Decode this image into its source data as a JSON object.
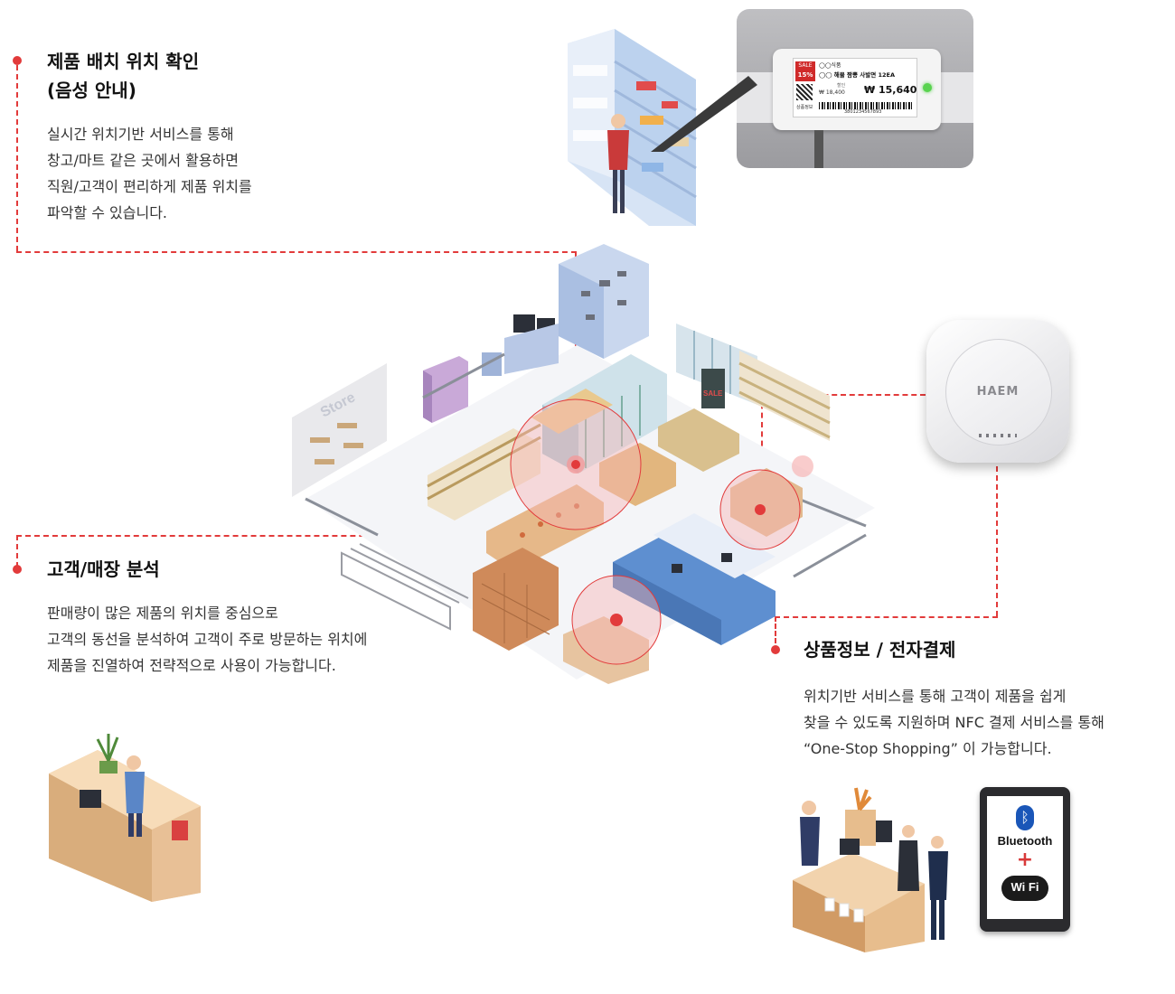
{
  "sections": {
    "location": {
      "title_line1": "제품 배치 위치 확인",
      "title_line2": "(음성 안내)",
      "lines": [
        "실시간 위치기반 서비스를 통해",
        "창고/마트 같은 곳에서 활용하면",
        "직원/고객이 편리하게 제품 위치를",
        "파악할 수 있습니다."
      ]
    },
    "analysis": {
      "title": "고객/매장 분석",
      "lines": [
        "판매량이 많은 제품의 위치를 중심으로",
        "고객의 동선을 분석하여 고객이 주로 방문하는 위치에",
        "제품을 진열하여 전략적으로 사용이 가능합니다."
      ]
    },
    "payment": {
      "title": "상품정보 / 전자결제",
      "lines": [
        "위치기반 서비스를 통해 고객이 제품을 쉽게",
        "찾을 수 있도록 지원하며 NFC 결제 서비스를 통해",
        "“One-Stop Shopping” 이 가능합니다."
      ]
    }
  },
  "esl_tag": {
    "sale_label": "SALE",
    "discount": "15%",
    "brand": "◯◯식품",
    "product": "◯◯ 해물 짬뽕 사발면 12EA",
    "unit_label": "할인",
    "old_price": "₩ 18,400",
    "new_price": "₩ 15,640",
    "barcode_number": "3801234567893",
    "side_label": "상품정보"
  },
  "store_sign": "Store",
  "sale_sign": "SALE",
  "device_brand": "HAEM",
  "tablet": {
    "bluetooth_label": "Bluetooth",
    "plus": "+",
    "wifi_label": "Wi Fi"
  },
  "colors": {
    "accent": "#e23b3b",
    "heat": "#f7b6b6"
  }
}
